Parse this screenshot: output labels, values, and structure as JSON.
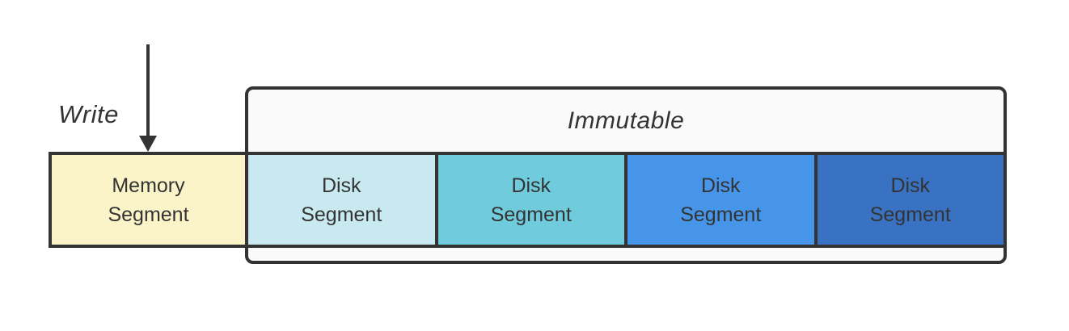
{
  "background": "#ffffff",
  "border_color": "#333333",
  "text_color": "#333333",
  "write_label": "Write",
  "immutable": {
    "label": "Immutable",
    "fill": "#fafafa"
  },
  "segments": [
    {
      "label": "Memory\nSegment",
      "type": "memory",
      "fill": "#fbf4c9"
    },
    {
      "label": "Disk\nSegment",
      "type": "disk",
      "fill": "#c8e9ef"
    },
    {
      "label": "Disk\nSegment",
      "type": "disk",
      "fill": "#70cbdd"
    },
    {
      "label": "Disk\nSegment",
      "type": "disk",
      "fill": "#4695e9"
    },
    {
      "label": "Disk\nSegment",
      "type": "disk",
      "fill": "#3a72c3"
    }
  ]
}
